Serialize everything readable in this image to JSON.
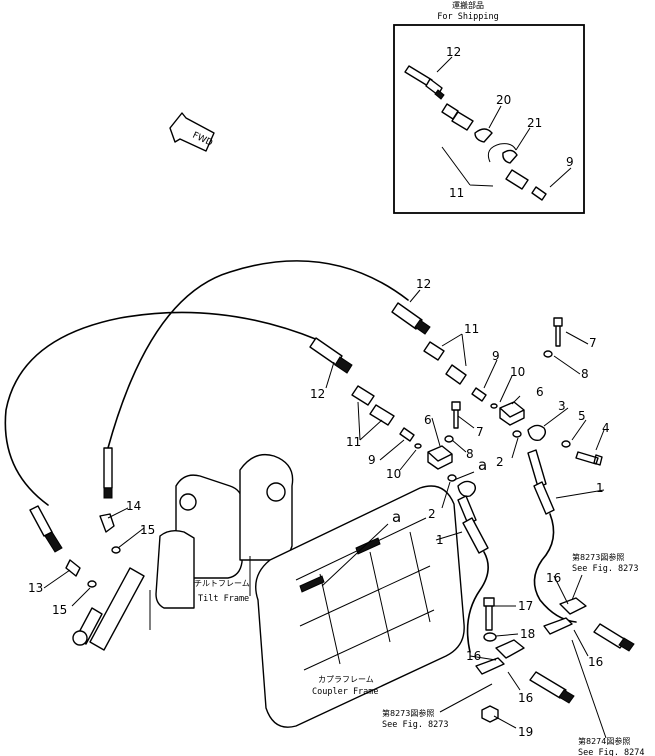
{
  "shipping_box": {
    "title_jp": "運搬部品",
    "title_en": "For Shipping",
    "callouts": [
      "12",
      "20",
      "21",
      "11",
      "9"
    ]
  },
  "fwd_label": "FWD",
  "frames": {
    "tilt_frame_jp": "チルトフレーム",
    "tilt_frame_en": "Tilt Frame",
    "coupler_frame_jp": "カプラフレーム",
    "coupler_frame_en": "Coupler Frame"
  },
  "references": [
    {
      "jp": "第8273図参照",
      "en": "See Fig. 8273"
    },
    {
      "jp": "第8273図参照",
      "en": "See Fig. 8273"
    },
    {
      "jp": "第8274図参照",
      "en": "See Fig. 8274"
    }
  ],
  "connection_letter": "a",
  "callouts": {
    "c12a": "12",
    "c11a": "11",
    "c9a": "9",
    "c10a": "10",
    "c6a": "6",
    "c7a": "7",
    "c8a": "8",
    "c12b": "12",
    "c11b": "11",
    "c9b": "9",
    "c10b": "10",
    "c6b": "6",
    "c7b": "7",
    "c8b": "8",
    "c3": "3",
    "c5": "5",
    "c4": "4",
    "c2a": "2",
    "c2b": "2",
    "c1a": "1",
    "c1b": "1",
    "c14": "14",
    "c15a": "15",
    "c13": "13",
    "c15b": "15",
    "c17": "17",
    "c18": "18",
    "c16a": "16",
    "c16b": "16",
    "c16c": "16",
    "c16d": "16",
    "c19": "19"
  }
}
